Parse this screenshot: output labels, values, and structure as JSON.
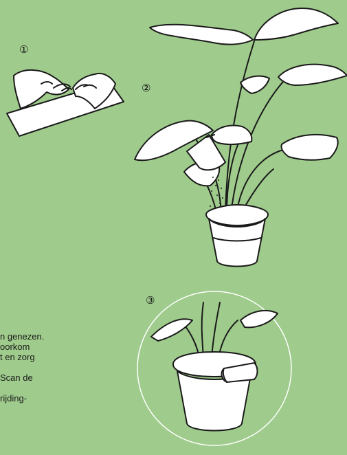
{
  "steps": {
    "step1": "①",
    "step2": "②",
    "step3": "③"
  },
  "text_fragments": [
    "n genezen.",
    "oorkom",
    "t en zorg",
    "",
    "Scan de",
    "",
    "rijding-"
  ],
  "colors": {
    "background": "#9fcb8c",
    "line": "#1a1a1a",
    "fill": "#ffffff"
  },
  "icons": {
    "plant": "houseplant-illustration",
    "hands": "hands-opening-sachet",
    "pot_detail": "pot-with-sachet-detail"
  }
}
